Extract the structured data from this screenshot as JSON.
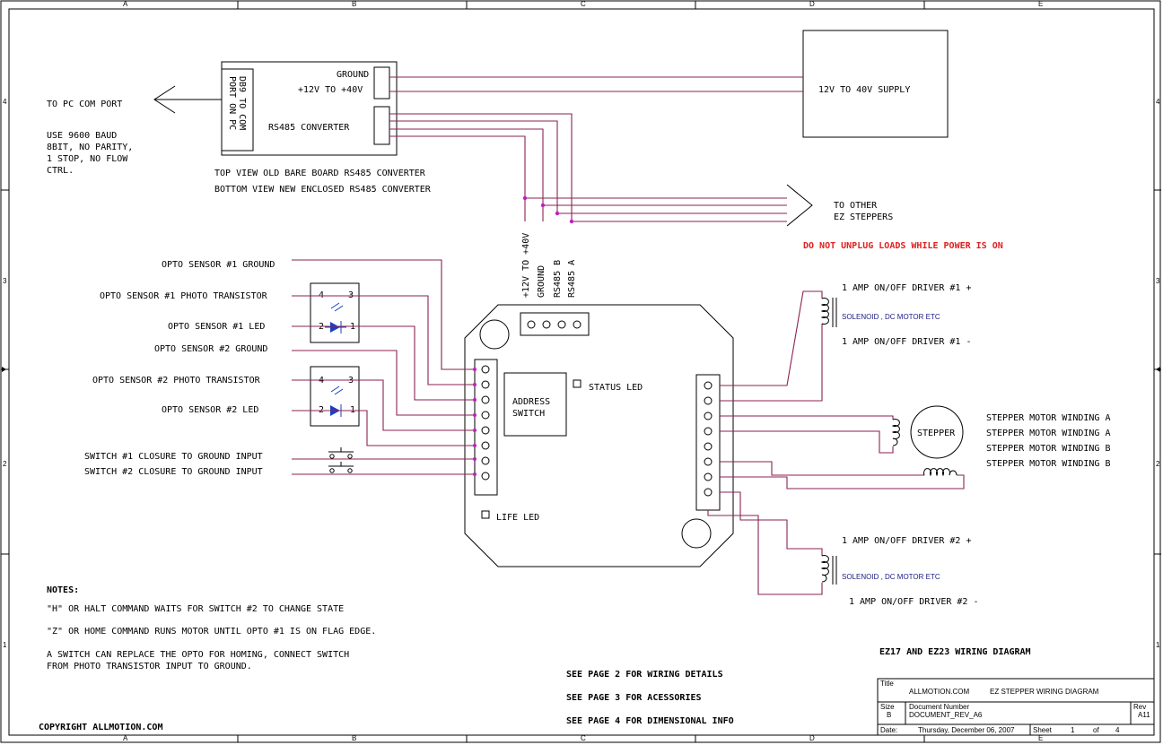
{
  "border": {
    "top_cols": [
      "A",
      "B",
      "C",
      "D",
      "E"
    ],
    "bottom_cols": [
      "A",
      "B",
      "C",
      "D",
      "E"
    ],
    "left_rows": [
      "4",
      "3",
      "2",
      "1"
    ],
    "right_rows": [
      "4",
      "3",
      "2",
      "1"
    ]
  },
  "pc": {
    "to_pc": "TO PC COM PORT",
    "baud": [
      "USE 9600 BAUD",
      "8BIT, NO PARITY,",
      "1 STOP,  NO FLOW",
      "CTRL."
    ]
  },
  "converter": {
    "db9_line1": "DB9 TO COM",
    "db9_line2": "PORT ON PC",
    "ground": "GROUND",
    "vplus": "+12V TO +40V",
    "rs485": "RS485 CONVERTER",
    "top_view": "TOP VIEW OLD BARE BOARD RS485 CONVERTER",
    "bottom_view": "BOTTOM VIEW NEW ENCLOSED RS485 CONVERTER"
  },
  "supply": {
    "label": "12V TO 40V  SUPPLY"
  },
  "other": {
    "line1": "TO OTHER",
    "line2": "EZ STEPPERS"
  },
  "warning": "DO NOT UNPLUG LOADS WHILE POWER IS ON",
  "bus": [
    "+12V TO +40V",
    "GROUND",
    "RS485 B",
    "RS485 A"
  ],
  "left_inputs": [
    "OPTO SENSOR #1 GROUND",
    "OPTO SENSOR #1 PHOTO TRANSISTOR",
    "OPTO SENSOR #1  LED",
    "OPTO SENSOR #2 GROUND",
    "OPTO SENSOR #2 PHOTO TRANSISTOR",
    "OPTO SENSOR #2   LED",
    "SWITCH #1 CLOSURE TO GROUND INPUT",
    "SWITCH #2 CLOSURE TO GROUND INPUT"
  ],
  "opto_pins": {
    "p4": "4",
    "p3": "3",
    "p2": "2",
    "p1": "1"
  },
  "board": {
    "address_l1": "ADDRESS",
    "address_l2": "SWITCH",
    "status": "STATUS LED",
    "life": "LIFE LED"
  },
  "drivers": {
    "d1_plus": "1 AMP ON/OFF DRIVER #1 +",
    "d1_minus": "1 AMP ON/OFF DRIVER #1 -",
    "d2_plus": "1 AMP ON/OFF DRIVER #2 +",
    "d2_minus": "1 AMP ON/OFF DRIVER #2 -",
    "solenoid": "SOLENOID , DC MOTOR ETC"
  },
  "stepper": {
    "label": "STEPPER",
    "windings": [
      "STEPPER MOTOR WINDING A",
      "STEPPER MOTOR WINDING A",
      "STEPPER MOTOR WINDING B",
      "STEPPER MOTOR WINDING B"
    ]
  },
  "notes": {
    "title": "NOTES:",
    "items": [
      "\"H\"  OR HALT COMMAND WAITS FOR SWITCH #2 TO CHANGE STATE",
      "\"Z\" OR HOME COMMAND RUNS MOTOR UNTIL OPTO #1 IS ON FLAG EDGE.",
      "A SWITCH CAN REPLACE THE OPTO FOR HOMING, CONNECT SWITCH",
      "FROM PHOTO TRANSISTOR INPUT TO GROUND."
    ]
  },
  "see_pages": [
    "SEE PAGE 2 FOR WIRING DETAILS",
    "SEE PAGE 3 FOR ACESSORIES",
    "SEE PAGE 4 FOR DIMENSIONAL INFO"
  ],
  "copyright": "COPYRIGHT ALLMOTION.COM",
  "title_block": {
    "heading": "EZ17 AND EZ23  WIRING DIAGRAM",
    "title_lbl": "Title",
    "company": "ALLMOTION.COM",
    "title": "EZ STEPPER WIRING DIAGRAM",
    "size_lbl": "Size",
    "size": "B",
    "docnum_lbl": "Document Number",
    "docnum": "DOCUMENT_REV_A6",
    "rev_lbl": "Rev",
    "rev": "A11",
    "date_lbl": "Date:",
    "date": "Thursday, December 06, 2007",
    "sheet_lbl": "Sheet",
    "sheet": "1",
    "of_lbl": "of",
    "of": "4"
  },
  "colors": {
    "wire": "#8b2252",
    "node": "#c020c0",
    "ink": "#000000",
    "warning": "#e02020",
    "led": "#1a3fc4"
  }
}
